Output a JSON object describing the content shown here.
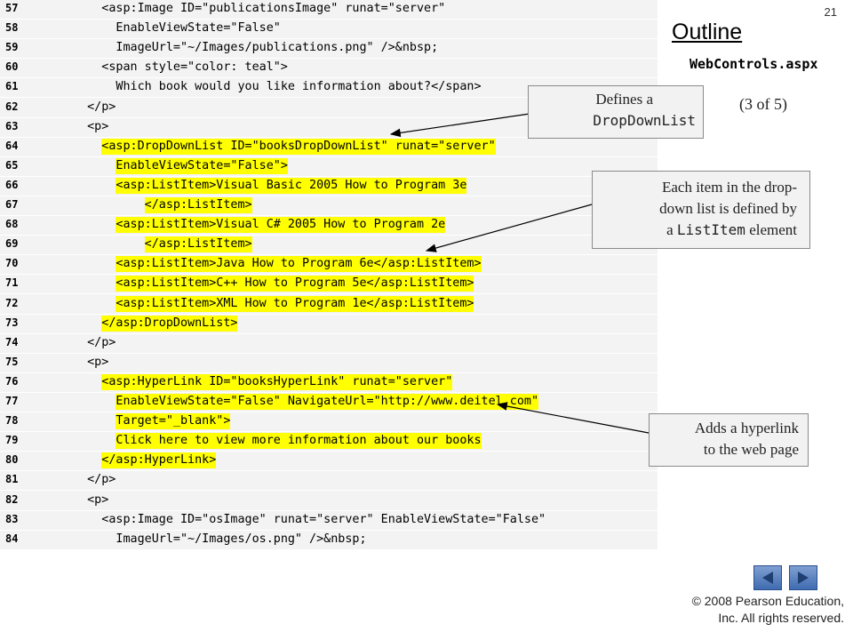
{
  "slide_number": "21",
  "outline": {
    "title": "Outline",
    "file_name": "WebControls.aspx",
    "page_indicator": "(3 of 5)"
  },
  "code_lines": [
    {
      "num": "57",
      "indent": 4,
      "text": "<asp:Image ID=\"publicationsImage\" runat=\"server\"",
      "highlight": false
    },
    {
      "num": "58",
      "indent": 6,
      "text": "EnableViewState=\"False\"",
      "highlight": false
    },
    {
      "num": "59",
      "indent": 6,
      "text": "ImageUrl=\"~/Images/publications.png\" />&nbsp;",
      "highlight": false
    },
    {
      "num": "60",
      "indent": 4,
      "text": "<span style=\"color: teal\">",
      "highlight": false
    },
    {
      "num": "61",
      "indent": 6,
      "text": "Which book would you like information about?</span>",
      "highlight": false
    },
    {
      "num": "62",
      "indent": 2,
      "text": "</p>",
      "highlight": false
    },
    {
      "num": "63",
      "indent": 2,
      "text": "<p>",
      "highlight": false
    },
    {
      "num": "64",
      "indent": 4,
      "text": "<asp:DropDownList ID=\"booksDropDownList\" runat=\"server\"",
      "highlight": true
    },
    {
      "num": "65",
      "indent": 6,
      "text": "EnableViewState=\"False\">",
      "highlight": true
    },
    {
      "num": "66",
      "indent": 6,
      "text": "<asp:ListItem>Visual Basic 2005 How to Program 3e",
      "highlight": true
    },
    {
      "num": "67",
      "indent": 10,
      "text": "</asp:ListItem>",
      "highlight": true
    },
    {
      "num": "68",
      "indent": 6,
      "text": "<asp:ListItem>Visual C# 2005 How to Program 2e",
      "highlight": true
    },
    {
      "num": "69",
      "indent": 10,
      "text": "</asp:ListItem>",
      "highlight": true
    },
    {
      "num": "70",
      "indent": 6,
      "text": "<asp:ListItem>Java How to Program 6e</asp:ListItem>",
      "highlight": true
    },
    {
      "num": "71",
      "indent": 6,
      "text": "<asp:ListItem>C++ How to Program 5e</asp:ListItem>",
      "highlight": true
    },
    {
      "num": "72",
      "indent": 6,
      "text": "<asp:ListItem>XML How to Program 1e</asp:ListItem>",
      "highlight": true
    },
    {
      "num": "73",
      "indent": 4,
      "text": "</asp:DropDownList>",
      "highlight": true
    },
    {
      "num": "74",
      "indent": 2,
      "text": "</p>",
      "highlight": false
    },
    {
      "num": "75",
      "indent": 2,
      "text": "<p>",
      "highlight": false
    },
    {
      "num": "76",
      "indent": 4,
      "text": "<asp:HyperLink ID=\"booksHyperLink\" runat=\"server\"",
      "highlight": true
    },
    {
      "num": "77",
      "indent": 6,
      "text": "EnableViewState=\"False\" NavigateUrl=\"http://www.deitel.com\"",
      "highlight": true
    },
    {
      "num": "78",
      "indent": 6,
      "text": "Target=\"_blank\">",
      "highlight": true
    },
    {
      "num": "79",
      "indent": 6,
      "text": "Click here to view more information about our books",
      "highlight": true
    },
    {
      "num": "80",
      "indent": 4,
      "text": "</asp:HyperLink>",
      "highlight": true
    },
    {
      "num": "81",
      "indent": 2,
      "text": "</p>",
      "highlight": false
    },
    {
      "num": "82",
      "indent": 2,
      "text": "<p>",
      "highlight": false
    },
    {
      "num": "83",
      "indent": 4,
      "text": "<asp:Image ID=\"osImage\" runat=\"server\" EnableViewState=\"False\"",
      "highlight": false
    },
    {
      "num": "84",
      "indent": 6,
      "text": "ImageUrl=\"~/Images/os.png\" />&nbsp;",
      "highlight": false
    }
  ],
  "callouts": {
    "dropdown": {
      "line1": "Defines a",
      "line2": "DropDownList"
    },
    "listitem": {
      "line1": "Each item in the drop-",
      "line2": "down list is defined by",
      "line3_prefix": "a ",
      "line3_mono": "ListItem",
      "line3_suffix": " element"
    },
    "hyperlink": {
      "line1": "Adds a hyperlink",
      "line2": "to the web page"
    }
  },
  "nav": {
    "prev_icon": "triangle-left-icon",
    "next_icon": "triangle-right-icon"
  },
  "copyright": {
    "line1": "© 2008 Pearson Education,",
    "line2": "Inc.  All rights reserved."
  },
  "colors": {
    "highlight": "#ffff00",
    "code_bg": "#f3f3f3",
    "nav_button": "#5b82c0"
  }
}
